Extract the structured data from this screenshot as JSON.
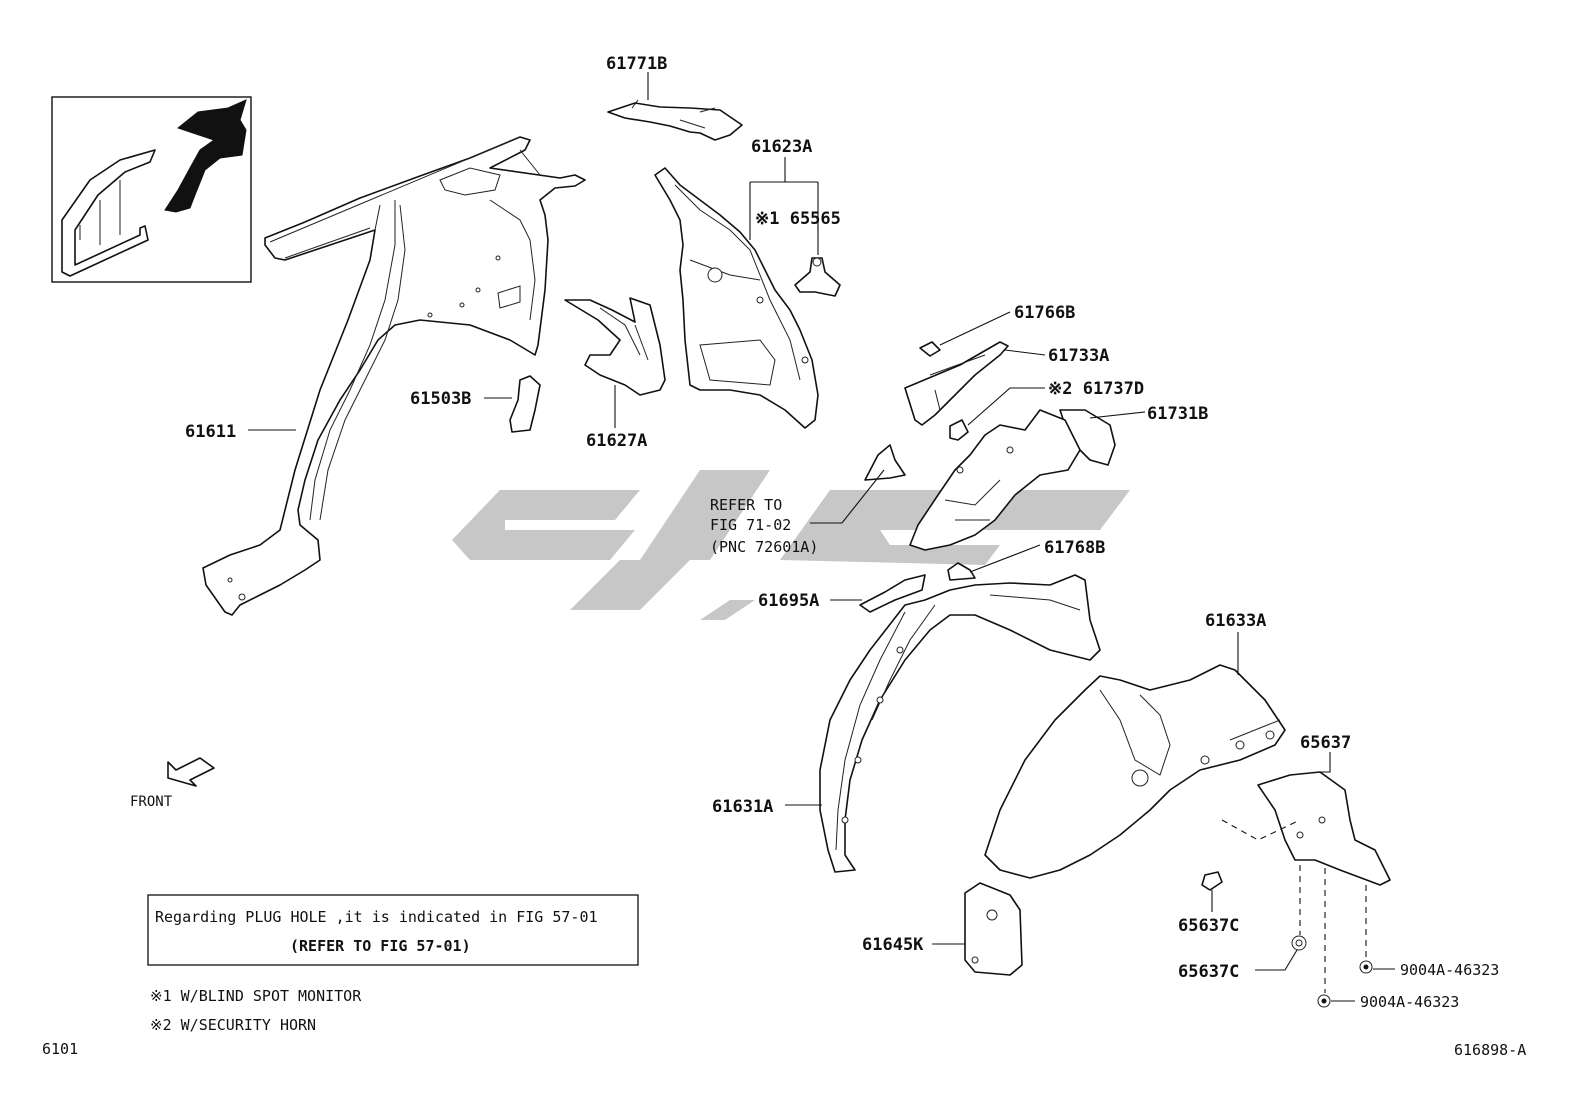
{
  "labels": {
    "p61771B": "61771B",
    "p61623A": "61623A",
    "p65565": "※1 65565",
    "p61766B": "61766B",
    "p61733A": "61733A",
    "p61737D": "※2 61737D",
    "p61731B": "61731B",
    "p61611": "61611",
    "p61503B": "61503B",
    "p61627A": "61627A",
    "p61768B": "61768B",
    "p61695A": "61695A",
    "p61633A": "61633A",
    "p65637": "65637",
    "p61631A": "61631A",
    "p65637C_1": "65637C",
    "p65637C_2": "65637C",
    "p9004A_1": "9004A-46323",
    "p9004A_2": "9004A-46323",
    "p61645K": "61645K"
  },
  "refer": {
    "line1": "REFER TO",
    "line2": "FIG 71-02",
    "line3": "(PNC 72601A)"
  },
  "front_label": "FRONT",
  "plug_note": {
    "line1": "Regarding PLUG HOLE ,it is indicated in FIG 57-01",
    "line2": "(REFER TO FIG 57-01)"
  },
  "footnotes": {
    "n1": "※1 W/BLIND SPOT MONITOR",
    "n2": "※2 W/SECURITY HORN"
  },
  "figure_number": "6101",
  "drawing_code": "616898-A"
}
